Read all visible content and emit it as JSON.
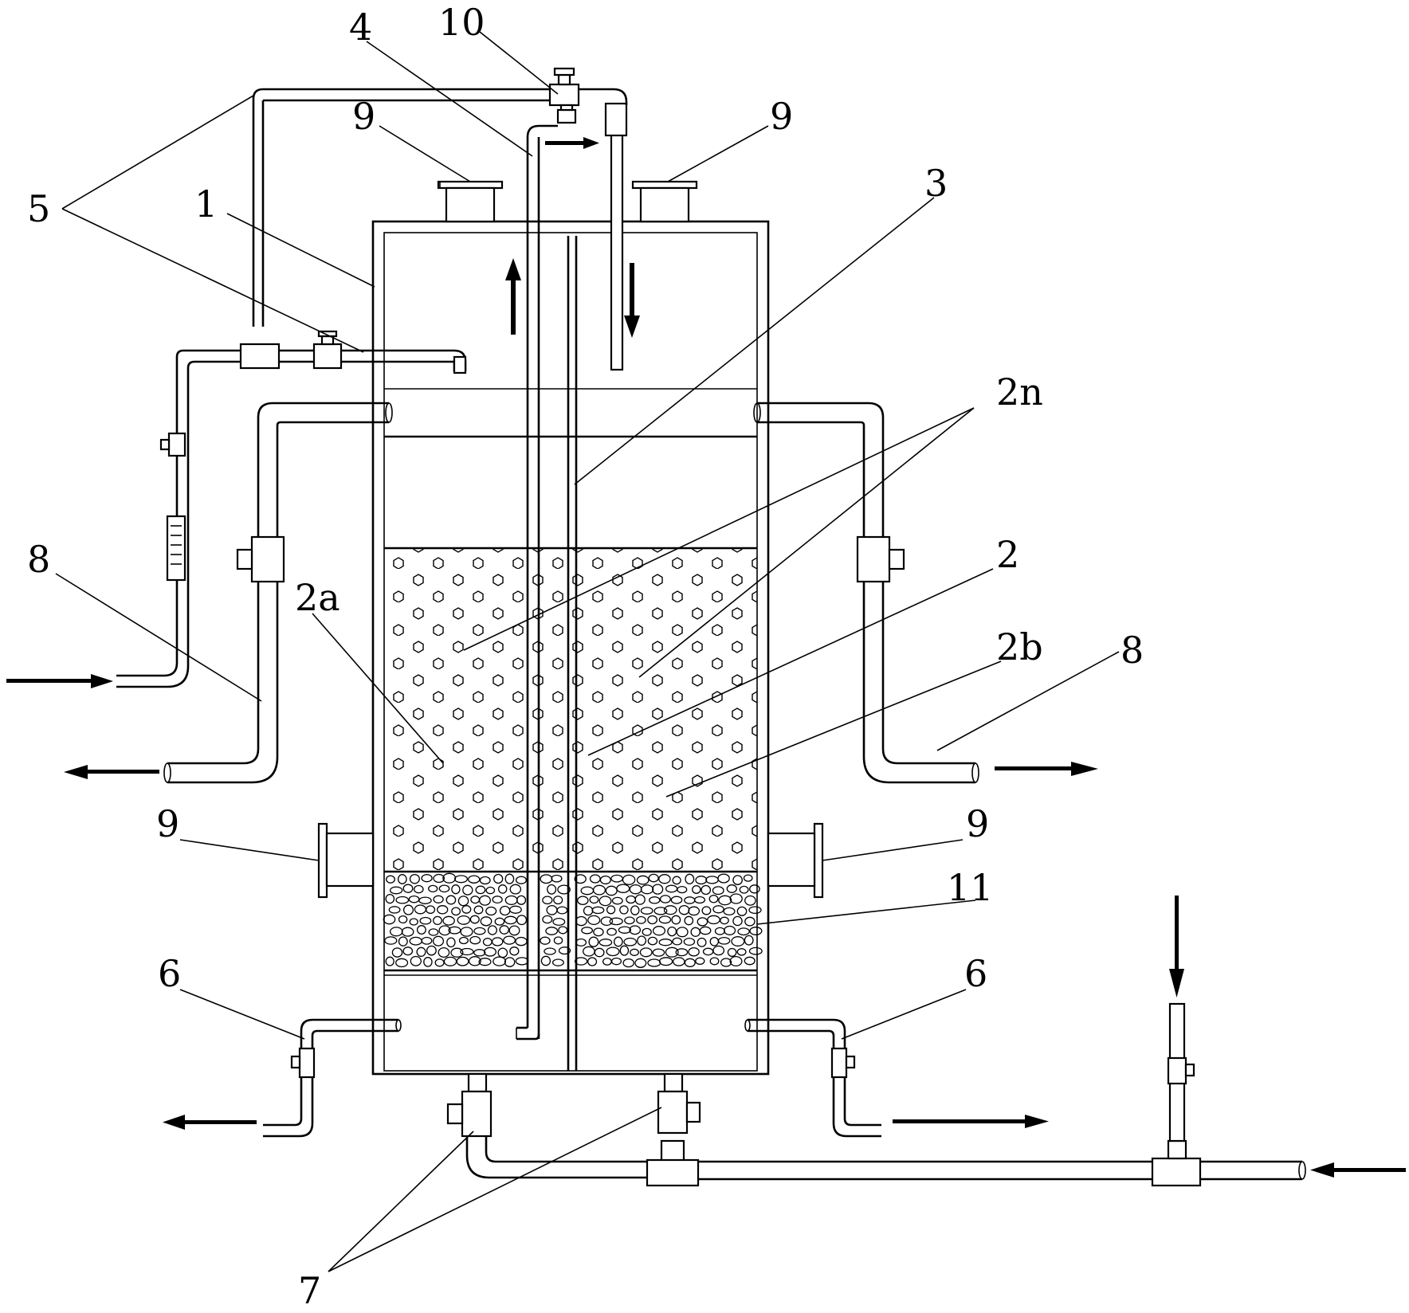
{
  "labels": {
    "l1": "1",
    "l2": "2",
    "l2a": "2a",
    "l2b": "2b",
    "l2n": "2n",
    "l3": "3",
    "l4": "4",
    "l5": "5",
    "l6_left": "6",
    "l6_right": "6",
    "l7": "7",
    "l8_left": "8",
    "l8_right": "8",
    "l9_top_left": "9",
    "l9_top_right": "9",
    "l9_mid_left": "9",
    "l9_mid_right": "9",
    "l10": "10",
    "l11": "11"
  },
  "colors": {
    "line": "#000000",
    "background": "#ffffff"
  },
  "icons": {
    "flow_arrow": "arrow-icon",
    "valve": "valve-icon",
    "flowmeter": "flowmeter-icon",
    "flange": "flange-icon"
  }
}
